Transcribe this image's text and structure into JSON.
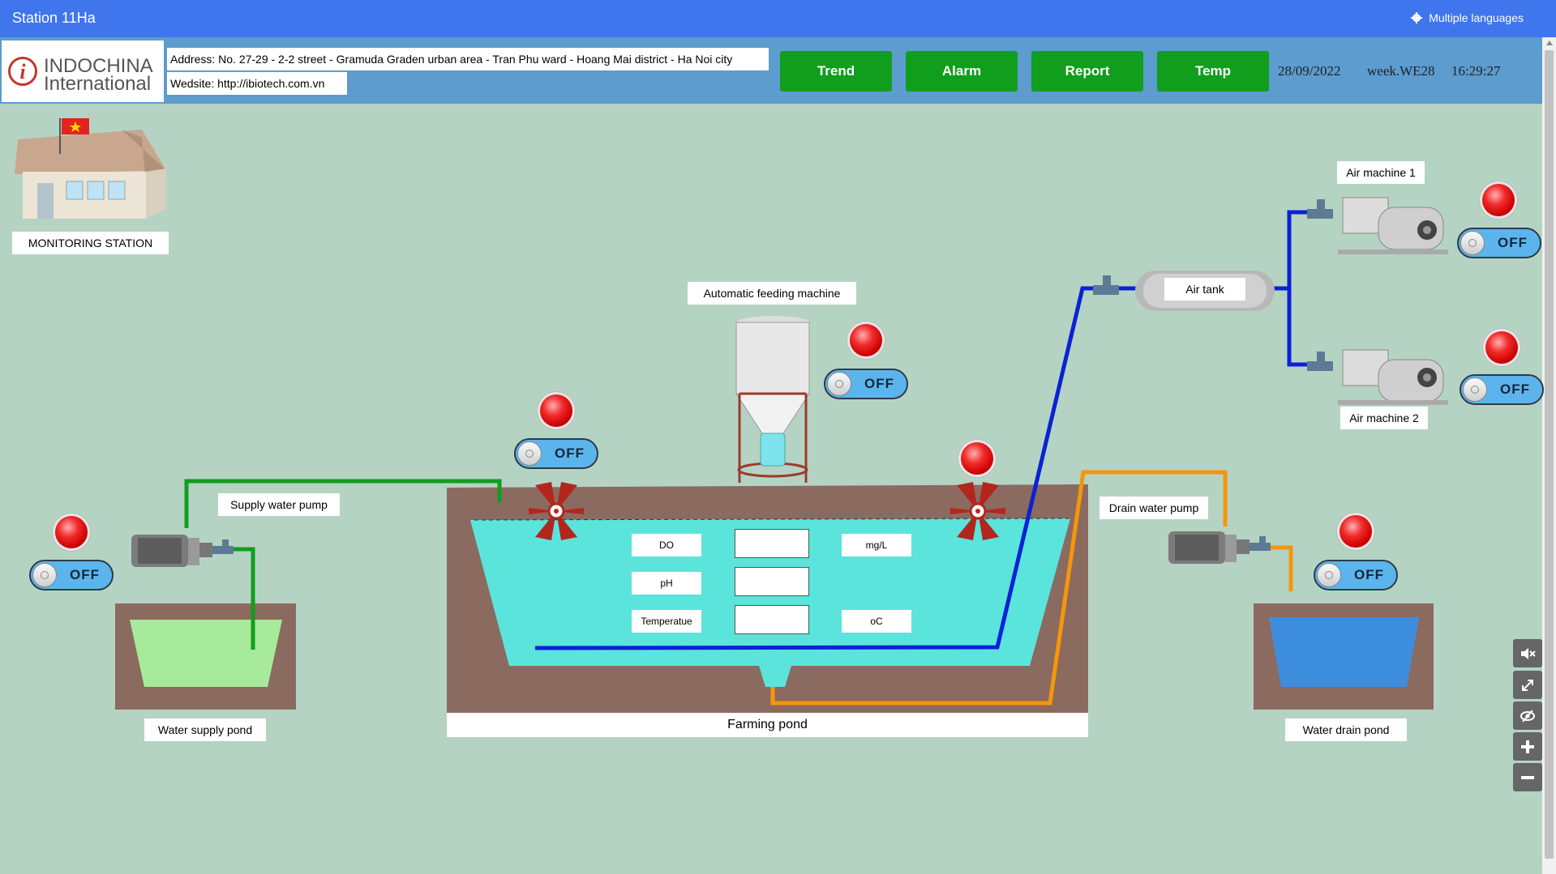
{
  "topbar": {
    "title": "Station 11Ha",
    "language": "Multiple languages"
  },
  "header": {
    "logo_line1": "INDOCHINA",
    "logo_line2": "International",
    "address": "Address: No. 27-29 - 2-2 street - Gramuda Graden urban area - Tran Phu ward - Hoang Mai district - Ha Noi city",
    "website": "Wedsite: http://ibiotech.com.vn",
    "buttons": {
      "trend": "Trend",
      "alarm": "Alarm",
      "report": "Report",
      "temp": "Temp"
    },
    "date": "28/09/2022",
    "week": "week.WE28",
    "time": "16:29:27"
  },
  "labels": {
    "monitoring_station": "MONITORING STATION",
    "air_machine_1": "Air machine 1",
    "air_machine_2": "Air machine 2",
    "air_tank": "Air tank",
    "feeding_machine": "Automatic feeding machine",
    "supply_pump": "Supply water pump",
    "drain_pump": "Drain water pump",
    "supply_pond": "Water supply pond",
    "farming_pond": "Farming pond",
    "drain_pond": "Water drain pond"
  },
  "sensors": {
    "do_label": "DO",
    "do_unit": "mg/L",
    "do_value": "",
    "ph_label": "pH",
    "ph_value": "",
    "temp_label": "Temperatue",
    "temp_unit": "oC",
    "temp_value": ""
  },
  "switches": {
    "supply_pump": "OFF",
    "aerator": "OFF",
    "feeder": "OFF",
    "air_machine_1": "OFF",
    "air_machine_2": "OFF",
    "drain_pump": "OFF"
  },
  "icons": {
    "settings": "gear-icon",
    "mute": "mute-icon",
    "fullscreen": "expand-icon",
    "visibility": "eye-icon",
    "zoom_in": "plus-icon",
    "zoom_out": "minus-icon"
  },
  "colors": {
    "topbar": "#3f76ee",
    "header": "#5c9ccf",
    "nav_button": "#119e1d",
    "background": "#b5d3c3",
    "lamp": "#f02a2a",
    "water": "#5ae4dc",
    "pipe_supply": "#119e1d",
    "pipe_air": "#0a22d6",
    "pipe_drain": "#f5960b"
  }
}
